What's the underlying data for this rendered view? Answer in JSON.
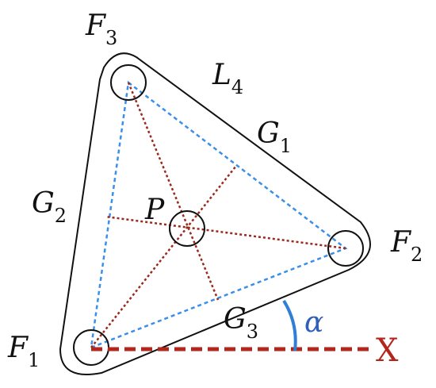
{
  "labels": {
    "f1": {
      "main": "F",
      "sub": "1"
    },
    "f2": {
      "main": "F",
      "sub": "2"
    },
    "f3": {
      "main": "F",
      "sub": "3"
    },
    "g1": {
      "main": "G",
      "sub": "1"
    },
    "g2": {
      "main": "G",
      "sub": "2"
    },
    "g3": {
      "main": "G",
      "sub": "3"
    },
    "l4": {
      "main": "L",
      "sub": "4"
    },
    "p": "P",
    "alpha": "α",
    "x_axis": "X"
  },
  "colors": {
    "outline": "#111111",
    "blue_dashed": "#3b8fe8",
    "red_dotted": "#9b2a1e",
    "x_axis": "#b3261e",
    "alpha_arc": "#2f7fd6",
    "alpha_text": "#2f5fb8"
  }
}
